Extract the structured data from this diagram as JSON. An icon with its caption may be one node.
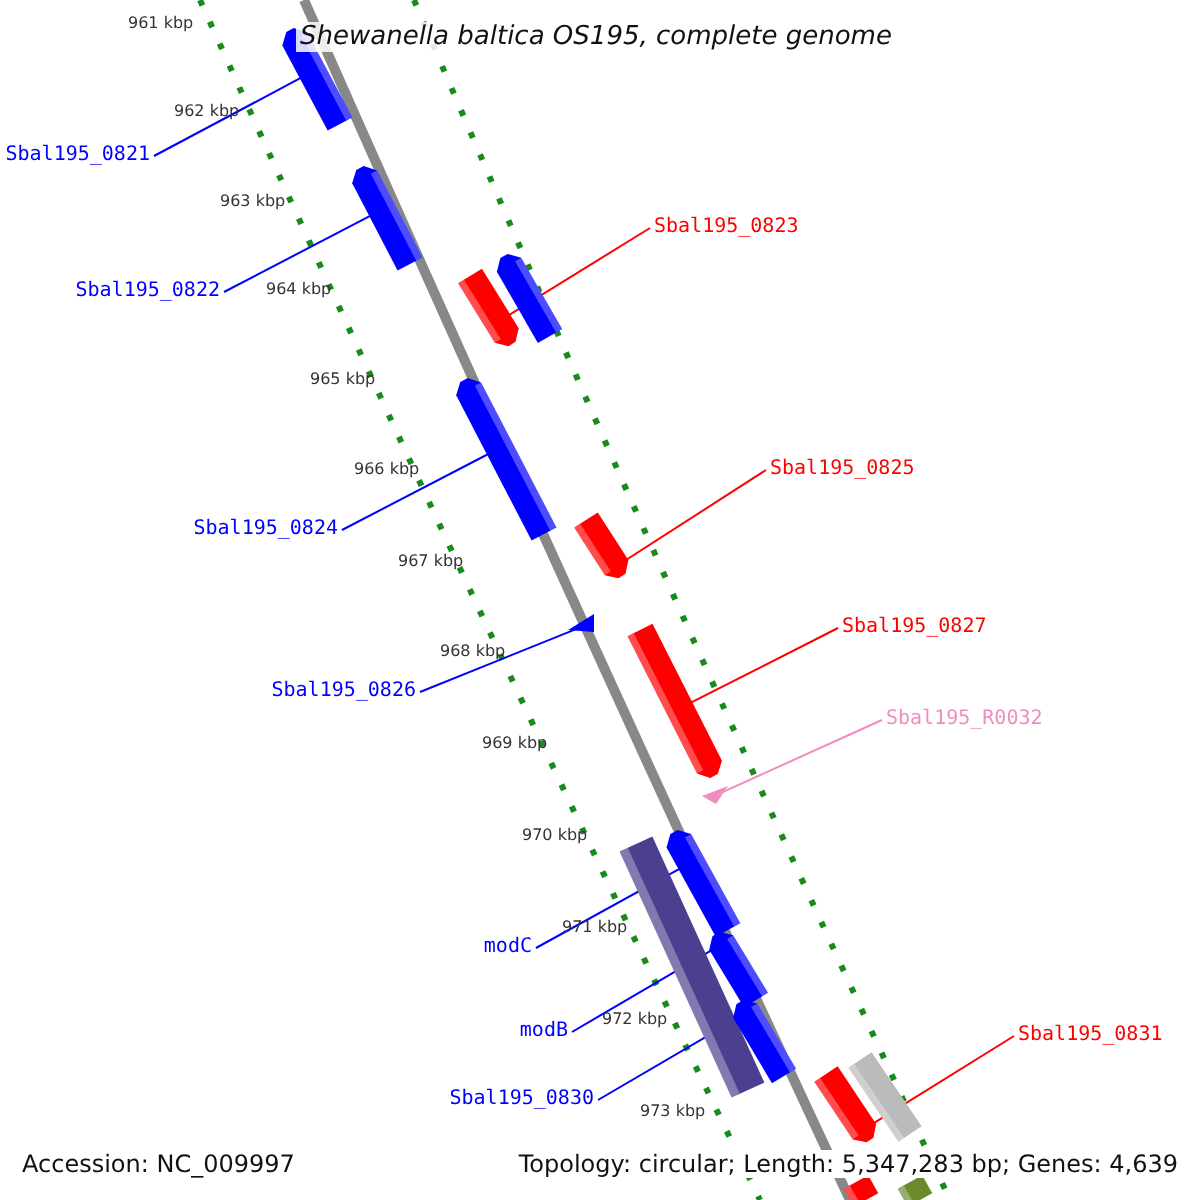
{
  "diagram": {
    "title": "Shewanella baltica OS195, complete genome",
    "nodes": [
      {
        "text": [
          "Sbal195_0821"
        ]
      },
      {
        "text": [
          "Sbal195_0822"
        ]
      },
      {
        "text": [
          "Sbal195_0823"
        ]
      },
      {
        "text": [
          "Sbal195_0824"
        ]
      },
      {
        "text": [
          "Sbal195_0825"
        ]
      },
      {
        "text": [
          "Sbal195_0826"
        ]
      },
      {
        "text": [
          "Sbal195_0827"
        ]
      },
      {
        "text": [
          "Sbal195_R0032"
        ]
      },
      {
        "text": [
          "modC"
        ]
      },
      {
        "text": [
          "modB"
        ]
      },
      {
        "text": [
          "Sbal195_0830"
        ]
      },
      {
        "text": [
          "Sbal195_0831"
        ]
      },
      {
        "text": [],
        "shape": "arrow"
      },
      {
        "text": [],
        "shape": "arrow"
      },
      {
        "text": [],
        "shape": "arrow"
      },
      {
        "text": [],
        "shape": "arrow"
      },
      {
        "text": [],
        "shape": "arrow"
      },
      {
        "text": [],
        "shape": "arrow"
      },
      {
        "text": [],
        "shape": "triangle"
      },
      {
        "text": [],
        "shape": "arrow"
      },
      {
        "text": [],
        "shape": "triangle"
      },
      {
        "text": [],
        "shape": "bar"
      },
      {
        "text": [],
        "shape": "arrow"
      },
      {
        "text": [],
        "shape": "arrow"
      },
      {
        "text": [],
        "shape": "arrow"
      },
      {
        "text": [],
        "shape": "arrow"
      },
      {
        "text": [],
        "shape": "bar"
      },
      {
        "text": [],
        "shape": "bar"
      },
      {
        "text": [],
        "shape": "bar"
      }
    ],
    "edges": [
      {
        "from": 0,
        "to": 12,
        "arrow": "none"
      },
      {
        "from": 1,
        "to": 13,
        "arrow": "none"
      },
      {
        "from": 2,
        "to": 14,
        "arrow": "none",
        "color": "#ff0000"
      },
      {
        "from": 3,
        "to": 16,
        "arrow": "none"
      },
      {
        "from": 4,
        "to": 17,
        "arrow": "none",
        "color": "#ff0000"
      },
      {
        "from": 5,
        "to": 18,
        "arrow": "none"
      },
      {
        "from": 6,
        "to": 19,
        "arrow": "none",
        "color": "#ff0000"
      },
      {
        "from": 7,
        "to": 20,
        "arrow": "none",
        "color": "#f08cc0"
      },
      {
        "from": 8,
        "to": 22,
        "arrow": "none"
      },
      {
        "from": 9,
        "to": 23,
        "arrow": "none"
      },
      {
        "from": 10,
        "to": 24,
        "arrow": "none"
      },
      {
        "from": 11,
        "to": 25,
        "arrow": "none",
        "color": "#ff0000"
      }
    ],
    "labels": [
      "961 kbp",
      "962 kbp",
      "963 kbp",
      "964 kbp",
      "965 kbp",
      "966 kbp",
      "967 kbp",
      "968 kbp",
      "969 kbp",
      "970 kbp",
      "971 kbp",
      "972 kbp",
      "973 kbp",
      "Accession: NC_009997",
      "Topology: circular; Length: 5,347,283 bp; Genes: 4,639"
    ]
  }
}
